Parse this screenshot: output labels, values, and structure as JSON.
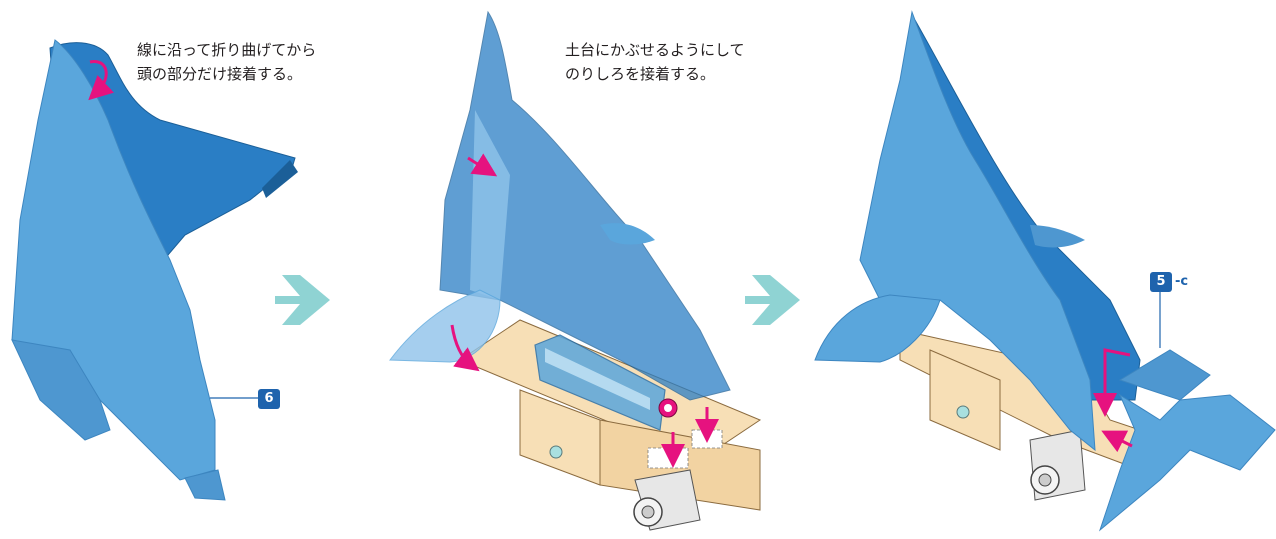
{
  "steps": [
    {
      "caption_lines": [
        "線に沿って折り曲げてから",
        "頭の部分だけ接着する。"
      ],
      "part_label": "6"
    },
    {
      "caption_lines": [
        "土台にかぶせるようにして",
        "のりしろを接着する。"
      ]
    },
    {
      "part_label": "5",
      "part_suffix": "-c"
    }
  ],
  "colors": {
    "body_blue": "#5aa6dc",
    "dark_blue": "#2a7ec5",
    "translucent_blue": "#8fc3ea",
    "wood": "#f7dfb6",
    "arrow_teal": "#8fd3d3",
    "accent_magenta": "#e6127f",
    "badge_blue": "#1e63ad"
  }
}
